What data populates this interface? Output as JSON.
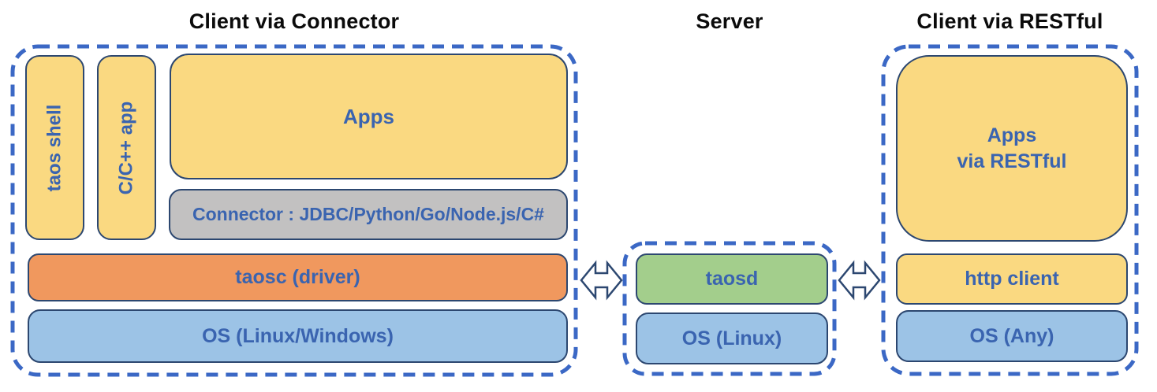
{
  "sections": {
    "client_connector": {
      "title": "Client via Connector",
      "boxes": {
        "taos_shell": "taos shell",
        "cpp_app": "C/C++ app",
        "apps": "Apps",
        "connector": "Connector : JDBC/Python/Go/Node.js/C#",
        "taosc": "taosc (driver)",
        "os": "OS (Linux/Windows)"
      }
    },
    "server": {
      "title": "Server",
      "boxes": {
        "taosd": "taosd",
        "os": "OS (Linux)"
      }
    },
    "client_restful": {
      "title": "Client via RESTful",
      "boxes": {
        "apps_line1": "Apps",
        "apps_line2": "via RESTful",
        "http_client": "http client",
        "os": "OS (Any)"
      }
    }
  },
  "icons": {
    "left_arrow": "bidirectional-arrow",
    "right_arrow": "bidirectional-arrow"
  },
  "colors": {
    "app_yellow": "#FAD981",
    "driver_orange": "#F0985E",
    "os_blue": "#9CC3E6",
    "server_green": "#A3CE8C",
    "connector_gray": "#C2C1C1",
    "box_border": "#2C4770",
    "label_blue": "#3A64B0",
    "dashed_border": "#3B68C5",
    "title_black": "#0B0B0B"
  }
}
